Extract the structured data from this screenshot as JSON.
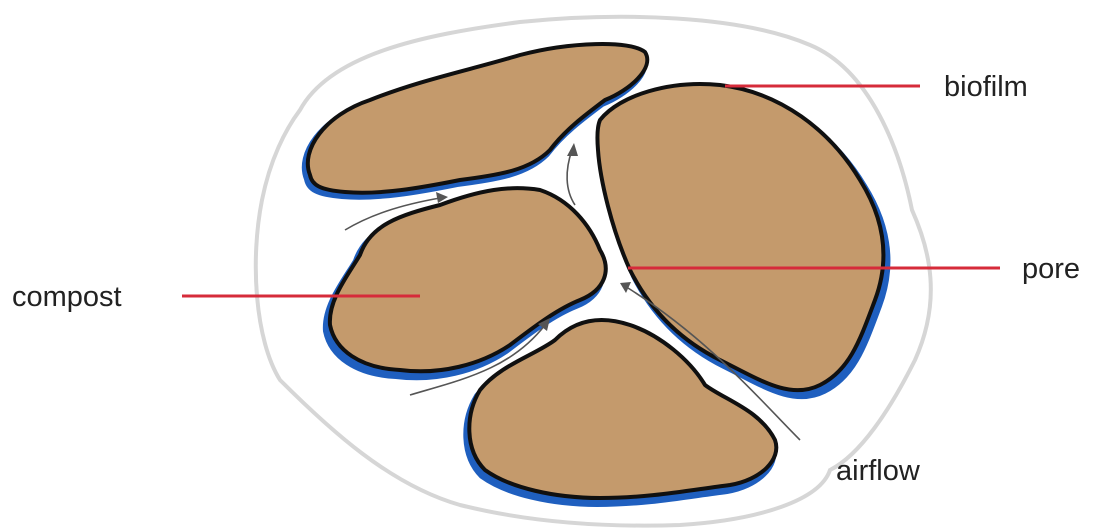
{
  "labels": {
    "biofilm": "biofilm",
    "pore": "pore",
    "compost": "compost",
    "airflow": "airflow"
  },
  "colors": {
    "compost": "#c49a6c",
    "biofilm": "#1f5fbf",
    "leader_line": "#d62b3a"
  },
  "icons": {
    "airflow_arrows": "airflow-arrow-icon"
  }
}
